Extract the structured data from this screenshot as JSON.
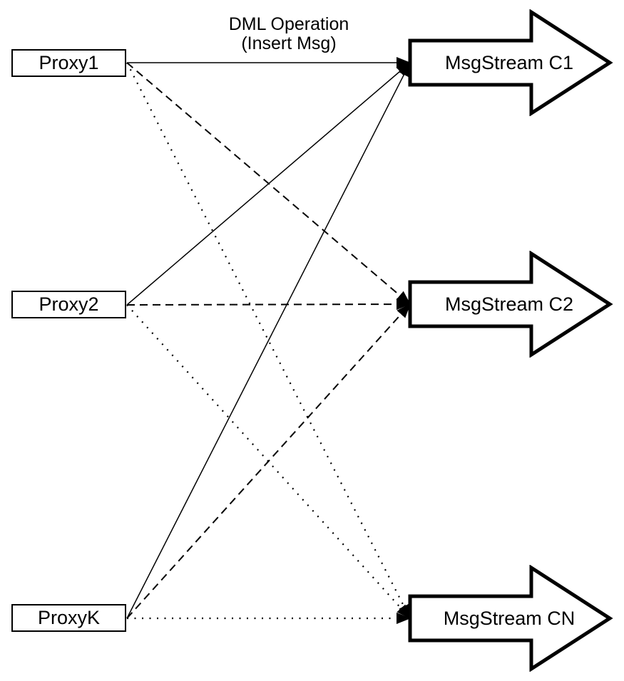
{
  "title": {
    "line1": "DML Operation",
    "line2": "(Insert Msg)"
  },
  "nodes": {
    "proxies": [
      {
        "id": "proxy1",
        "label": "Proxy1"
      },
      {
        "id": "proxy2",
        "label": "Proxy2"
      },
      {
        "id": "proxyK",
        "label": "ProxyK"
      }
    ],
    "streams": [
      {
        "id": "c1",
        "label": "MsgStream C1"
      },
      {
        "id": "c2",
        "label": "MsgStream C2"
      },
      {
        "id": "cn",
        "label": "MsgStream CN"
      }
    ]
  },
  "edges": [
    {
      "from": "proxy1",
      "to": "c1",
      "style": "solid"
    },
    {
      "from": "proxy1",
      "to": "c2",
      "style": "dashed"
    },
    {
      "from": "proxy1",
      "to": "cn",
      "style": "dotted"
    },
    {
      "from": "proxy2",
      "to": "c1",
      "style": "solid"
    },
    {
      "from": "proxy2",
      "to": "c2",
      "style": "dashed"
    },
    {
      "from": "proxy2",
      "to": "cn",
      "style": "dotted"
    },
    {
      "from": "proxyK",
      "to": "c1",
      "style": "solid"
    },
    {
      "from": "proxyK",
      "to": "c2",
      "style": "dashed"
    },
    {
      "from": "proxyK",
      "to": "cn",
      "style": "dotted"
    }
  ],
  "colors": {
    "stroke": "#000000",
    "background": "#ffffff",
    "shape_fill": "#ffffff"
  }
}
